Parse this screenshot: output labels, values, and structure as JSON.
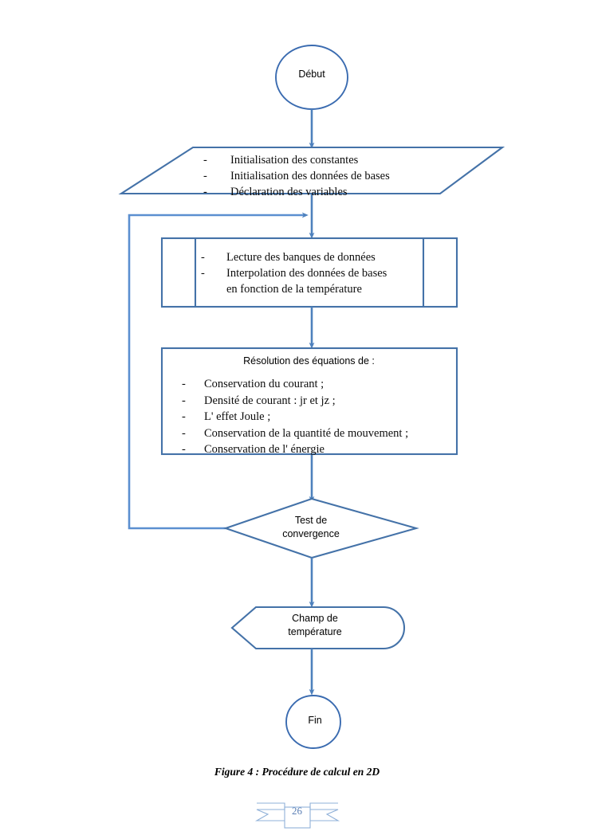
{
  "document": {
    "figure_caption": "Figure 4 : Procédure de calcul en 2D",
    "page_number": "26"
  },
  "flowchart": {
    "title": "Procédure de calcul en 2D",
    "accent_color": "#4E7EBE",
    "arrow_color": "#4E81BD",
    "text_color": "#0D0D0D",
    "nodes": {
      "start": {
        "shape": "circle",
        "label": "Début"
      },
      "initialization": {
        "shape": "parallelogram",
        "items": [
          "Initialisation des constantes",
          "Initialisation des données de bases",
          "Déclaration des variables"
        ],
        "bullet": "-"
      },
      "data_read": {
        "shape": "predefined-process",
        "items": [
          "Lecture des banques de données",
          "Interpolation des données de bases"
        ],
        "continuation": "en fonction de la température",
        "bullet": "-"
      },
      "equations": {
        "shape": "rectangle",
        "header": "Résolution des équations de :",
        "items": [
          "Conservation du courant ;",
          "Densité de courant :  jr et jz ;",
          "L' effet Joule ;",
          "Conservation de la quantité de mouvement ;",
          "Conservation de l' énergie"
        ],
        "bullet": "-"
      },
      "decision": {
        "shape": "diamond",
        "label_line1": "Test de",
        "label_line2": "convergence"
      },
      "display": {
        "shape": "display",
        "label_line1": "Champ de",
        "label_line2": "température"
      },
      "end": {
        "shape": "circle",
        "label": "Fin"
      }
    },
    "edges": [
      {
        "from": "start",
        "to": "initialization",
        "type": "arrow-down"
      },
      {
        "from": "initialization",
        "to": "data_read",
        "type": "arrow-down"
      },
      {
        "from": "data_read",
        "to": "equations",
        "type": "arrow-down"
      },
      {
        "from": "equations",
        "to": "decision",
        "type": "arrow-down"
      },
      {
        "from": "decision",
        "to": "data_read",
        "type": "feedback-loop-left"
      },
      {
        "from": "decision",
        "to": "display",
        "type": "arrow-down"
      },
      {
        "from": "display",
        "to": "end",
        "type": "arrow-down"
      }
    ]
  }
}
